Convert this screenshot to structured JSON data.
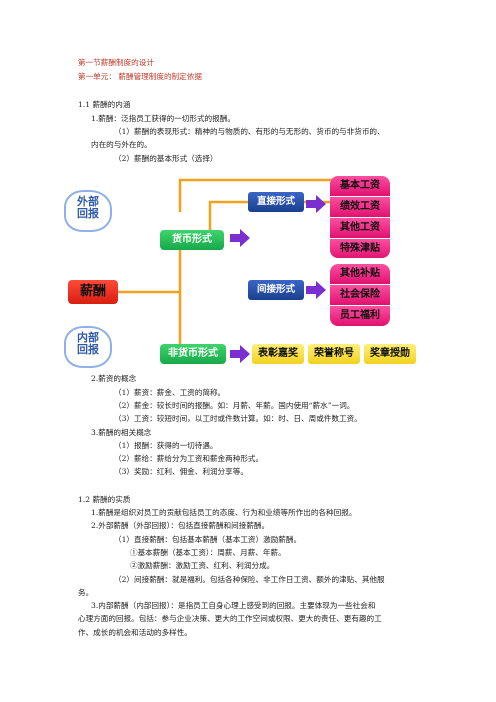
{
  "heading": {
    "section": "第一节薪酬制度的设计",
    "unit": "第一单元：  薪酬管理制度的制定依据"
  },
  "s11": {
    "title": "1.1 薪酬的内涵",
    "l1": "1.薪酬：泛指员工获得的一切形式的报酬。",
    "l2": "（1）薪酬的表现形式：精神的与物质的、有形的与无形的、货币的与非货币的、",
    "l3": "内在的与外在的。",
    "l4": "（2）薪酬的基本形式（选择）"
  },
  "diagram": {
    "external": "外部\n回报",
    "internal": "内部\n回报",
    "salary": "薪酬",
    "monetary": "货币形式",
    "non_monetary": "非货币形式",
    "direct": "直接形式",
    "indirect": "间接形式",
    "direct_items": [
      "基本工资",
      "绩效工资",
      "其他工资",
      "特殊津贴"
    ],
    "indirect_items": [
      "其他补贴",
      "社会保险",
      "员工福利"
    ],
    "non_monetary_items": [
      "表彰嘉奖",
      "荣誉称号",
      "奖章授勋"
    ]
  },
  "s11b": {
    "l1": "2.薪资的概念",
    "l2": "（1）薪资：薪金、工资的简称。",
    "l3": "（2）薪金：较长时间的报酬。如：月薪、年薪。国内使用“薪水”一词。",
    "l4": "（3）工资：较短时间，以工时或件数计算。如：时、日、周或件数工资。",
    "l5": "3.薪酬的相关概念",
    "l6": "（1）报酬：获得的一切待遇。",
    "l7": "（2）薪给：薪给分为工资和薪金两种形式。",
    "l8": "（3）奖励：红利、佣金、利润分享等。"
  },
  "s12": {
    "title": "1.2  薪酬的实质",
    "l1": "1.薪酬是组织对员工的贡献包括员工的态度、行为和业绩等所作出的各种回报。",
    "l2": "2.外部薪酬（外部回报）：包括直接薪酬和间接薪酬。",
    "l3": "（1）直接薪酬：包括基本薪酬（基本工资）激励薪酬。",
    "l4": "①基本薪酬（基本工资）：周薪、月薪、年薪。",
    "l5": "②激励薪酬：激励工资、红利、利润分成。",
    "l6": "（2）间接薪酬：就是福利。包括各种保险、非工作日工资、额外的津贴、其他服",
    "l7": "务。",
    "l8": "3.内部薪酬（内部回报）：是指员工自身心理上感受到的回报。主要体现为一些社会和",
    "l9": "心理方面的回报。包括：参与企业决策、更大的工作空间或权限、更大的责任、更有趣的工",
    "l10": "作、成长的机会和活动的多样性。"
  },
  "colors": {
    "heading_red": "#c0392b",
    "green": "#18a84a",
    "blue": "#1c3f8e",
    "pink": "#e0106f",
    "yellow": "#f1d21e",
    "red": "#d81e10",
    "arrow_purple": "#7b2fd0",
    "line_orange": "#f2a11a"
  }
}
